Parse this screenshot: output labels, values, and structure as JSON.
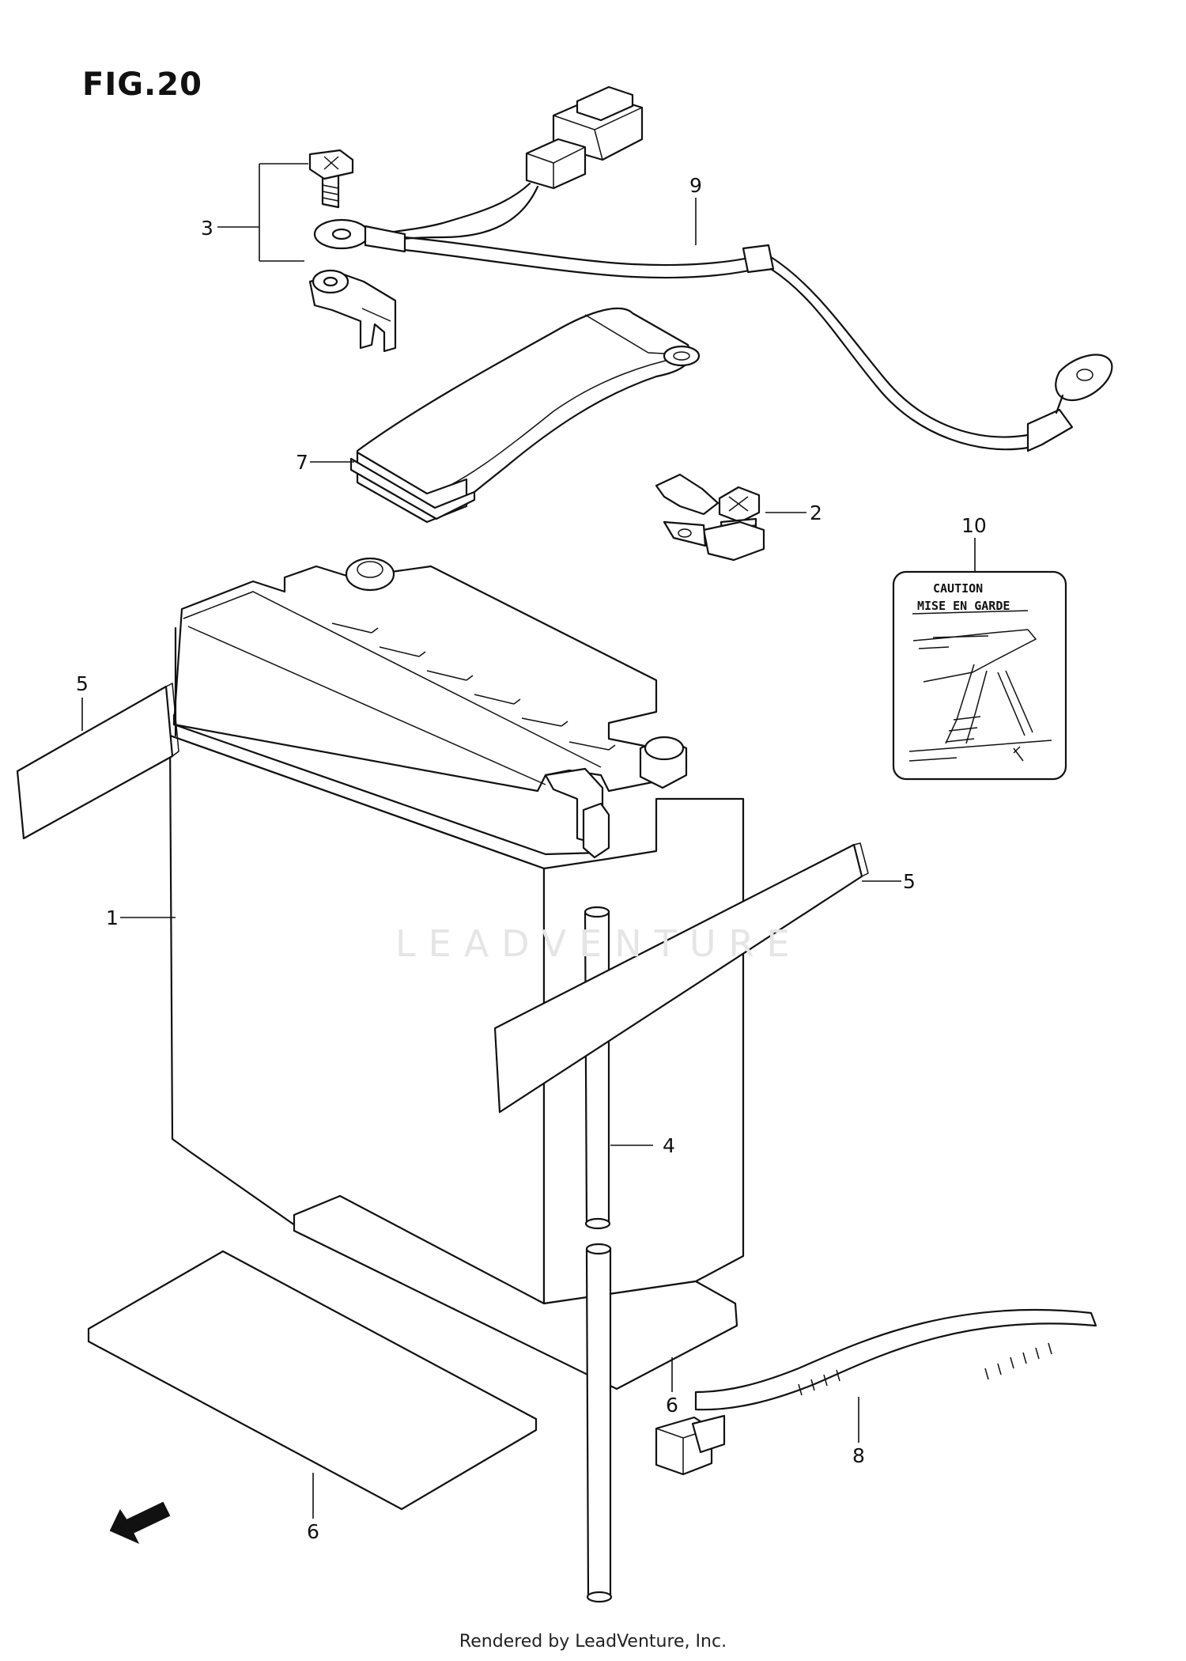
{
  "figure": {
    "title": "FIG.20"
  },
  "callouts": {
    "battery": "1",
    "clamp_bolt": "2",
    "terminal_set": "3",
    "breather_hose_upper": "4",
    "pad_left": "5",
    "pad_right": "5",
    "plate_upper": "6",
    "plate_lower": "6",
    "battery_band": "7",
    "cable_tie": "8",
    "lead_wire": "9",
    "caution_label": "10"
  },
  "caution_label": {
    "line1": "CAUTION",
    "line2": "MISE EN GARDE"
  },
  "watermark": "LEADVENTURE",
  "footer": "Rendered by LeadVenture, Inc.",
  "icons": [
    "front-direction-arrow-icon"
  ]
}
